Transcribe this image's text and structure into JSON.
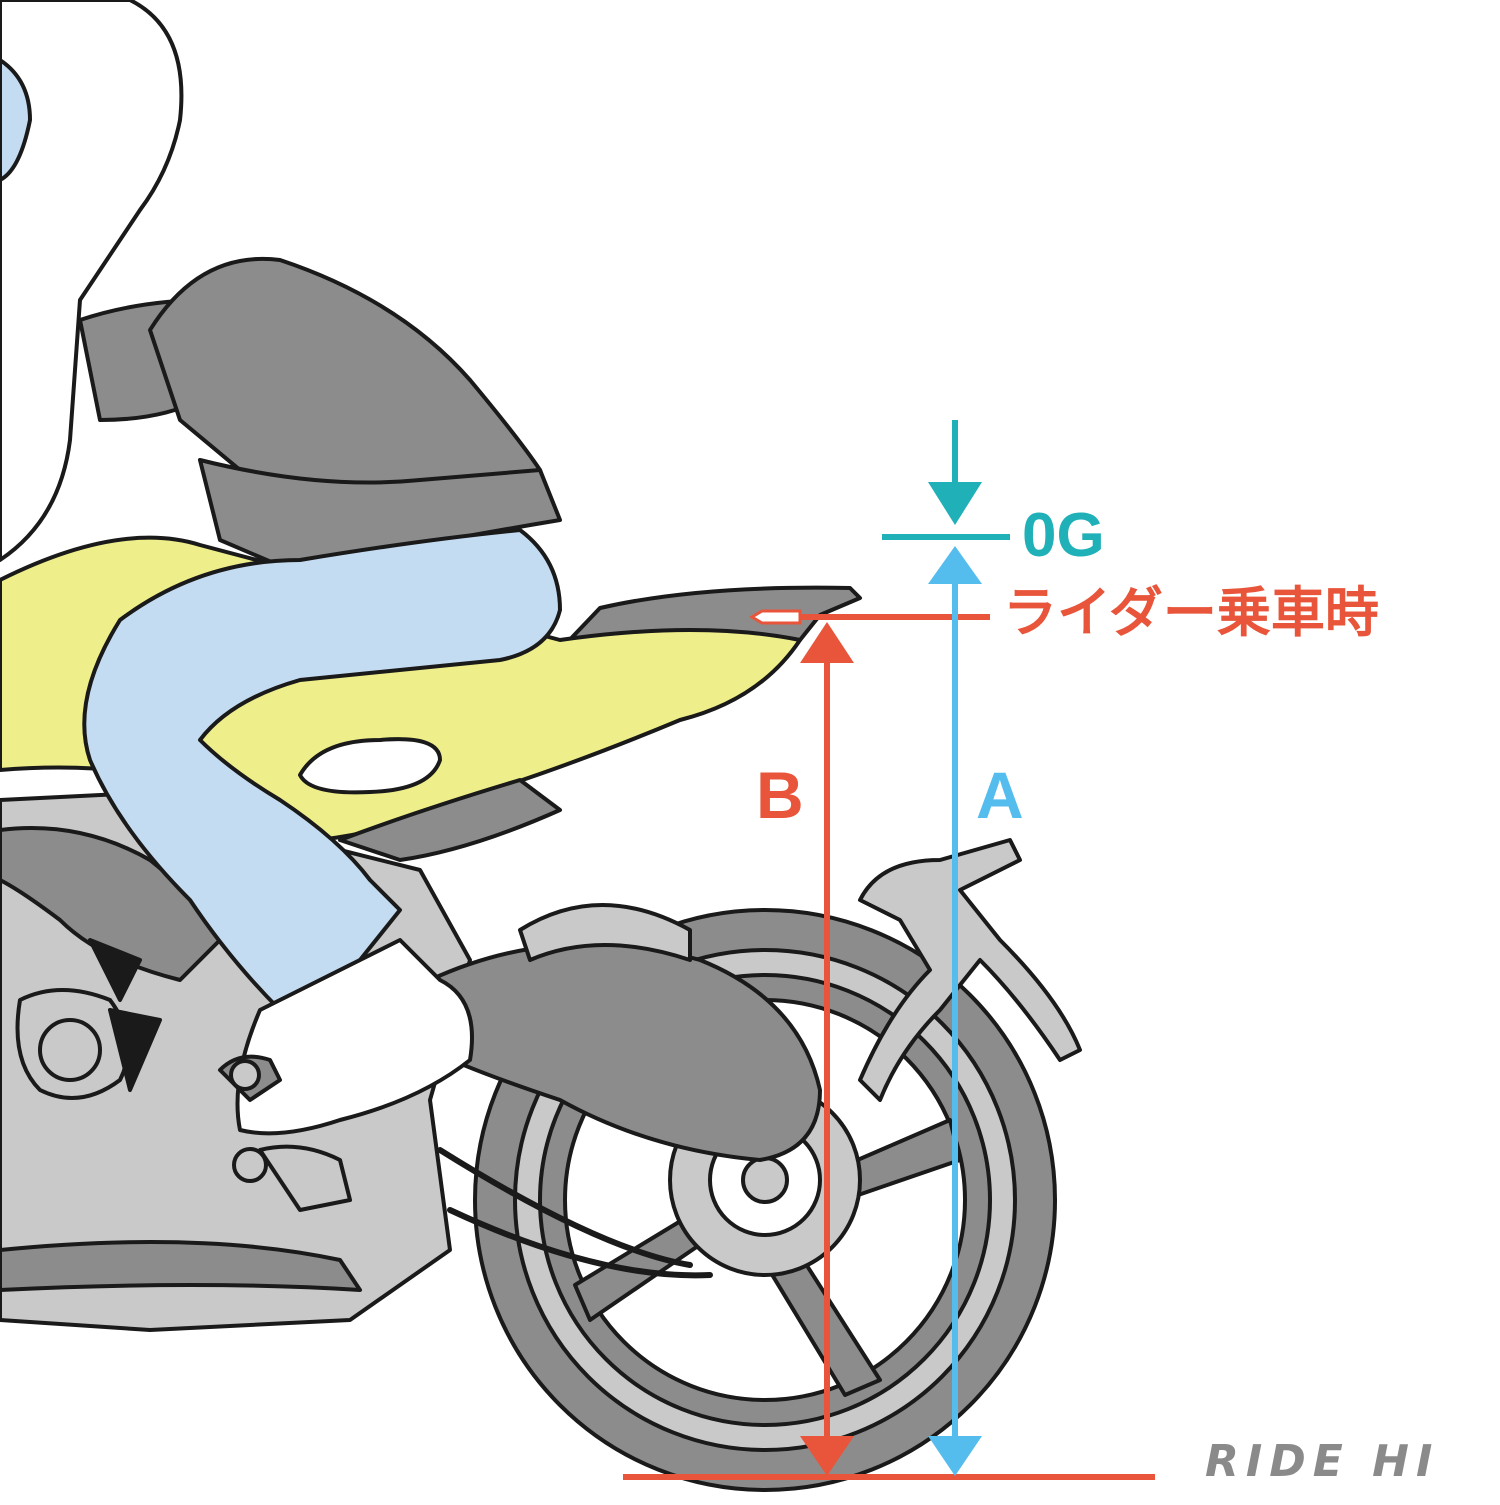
{
  "labels": {
    "zero_g": "0G",
    "rider_on": "ライダー乗車時",
    "dim_b": "B",
    "dim_a": "A"
  },
  "logo": "RIDE HI",
  "colors": {
    "teal": "#1fb0b8",
    "blue": "#55bdee",
    "red": "#e8553a",
    "outline": "#1a1a1a",
    "gray": "#c9c9c9",
    "dark_gray": "#8c8c8c",
    "yellow": "#eeee8a",
    "jeans": "#c4dcf2",
    "shirt": "#ffffff",
    "logo_gray": "#8a8a8a"
  },
  "icons": [
    "down-arrow-icon",
    "up-arrow-icon",
    "double-arrow-icon"
  ]
}
